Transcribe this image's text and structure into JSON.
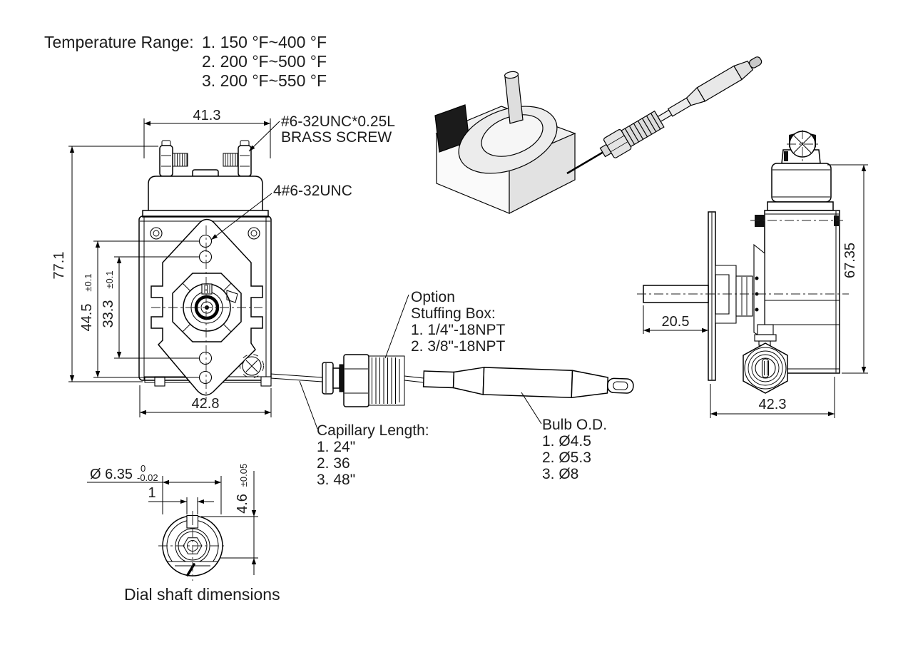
{
  "page": {
    "background": "#ffffff",
    "line_color": "#000000"
  },
  "notes": {
    "temperature_range": {
      "label": "Temperature Range:",
      "items": [
        "1. 150 °F~400 °F",
        "2. 200 °F~500 °F",
        "3. 200 °F~550 °F"
      ]
    },
    "brass_screw_label": {
      "line1": "#6-32UNC*0.25L",
      "line2": "BRASS SCREW"
    },
    "mount_holes_label": "4#6-32UNC",
    "stuffing_box_label": {
      "line1": "Option",
      "line2": "Stuffing Box:",
      "items": [
        "1. 1/4\"-18NPT",
        "2. 3/8\"-18NPT"
      ]
    },
    "capillary_label": {
      "title": "Capillary Length:",
      "items": [
        "1. 24\"",
        "2. 36",
        "3. 48\""
      ]
    },
    "bulb_label": {
      "title": "Bulb O.D.",
      "items": [
        "1. Ø4.5",
        "2. Ø5.3",
        "3. Ø8"
      ]
    },
    "dial_caption": "Dial shaft dimensions"
  },
  "dimensions": {
    "front_width_top": "41.3",
    "front_height": "77.1",
    "hole_span_outer": "44.5",
    "hole_span_outer_tol": "±0.1",
    "hole_span_inner": "33.3",
    "hole_span_inner_tol": "±0.1",
    "front_width_bottom": "42.8",
    "side_height": "67.35",
    "shaft_length": "20.5",
    "side_width": "42.3",
    "dial_diameter": "Ø 6.35",
    "dial_dia_tol_upper": "0",
    "dial_dia_tol_lower": "-0.02",
    "dial_slot_width": "1",
    "dial_flat_depth": "4.6",
    "dial_flat_tol": "±0.05"
  }
}
